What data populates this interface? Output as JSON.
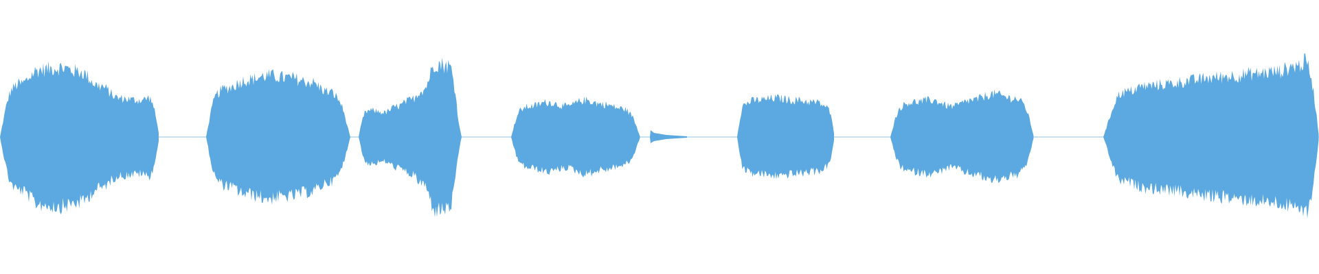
{
  "waveform": {
    "color": "#5ca9e1",
    "background": "#ffffff",
    "segments": [
      {
        "shape": [
          0.36,
          0.52,
          0.66,
          0.68,
          0.64,
          0.5,
          0.38,
          0.36,
          0.42
        ]
      },
      {
        "shape": [
          0.34,
          0.48,
          0.56,
          0.6,
          0.58,
          0.54,
          0.44,
          0.24
        ]
      },
      {
        "shape": [
          0.22,
          0.26,
          0.24,
          0.3,
          0.36,
          0.46,
          0.72,
          0.7,
          0.2
        ]
      },
      {
        "shape": [
          0.22,
          0.3,
          0.34,
          0.3,
          0.36,
          0.32,
          0.28,
          0.16
        ]
      },
      {
        "shape": [
          0.3,
          0.36,
          0.38,
          0.36,
          0.34,
          0.26
        ]
      },
      {
        "shape": [
          0.24,
          0.34,
          0.36,
          0.3,
          0.36,
          0.42,
          0.38,
          0.26
        ]
      },
      {
        "shape": [
          0.28,
          0.44,
          0.5,
          0.52,
          0.55,
          0.58,
          0.6,
          0.62,
          0.64,
          0.7,
          0.86
        ]
      }
    ]
  }
}
